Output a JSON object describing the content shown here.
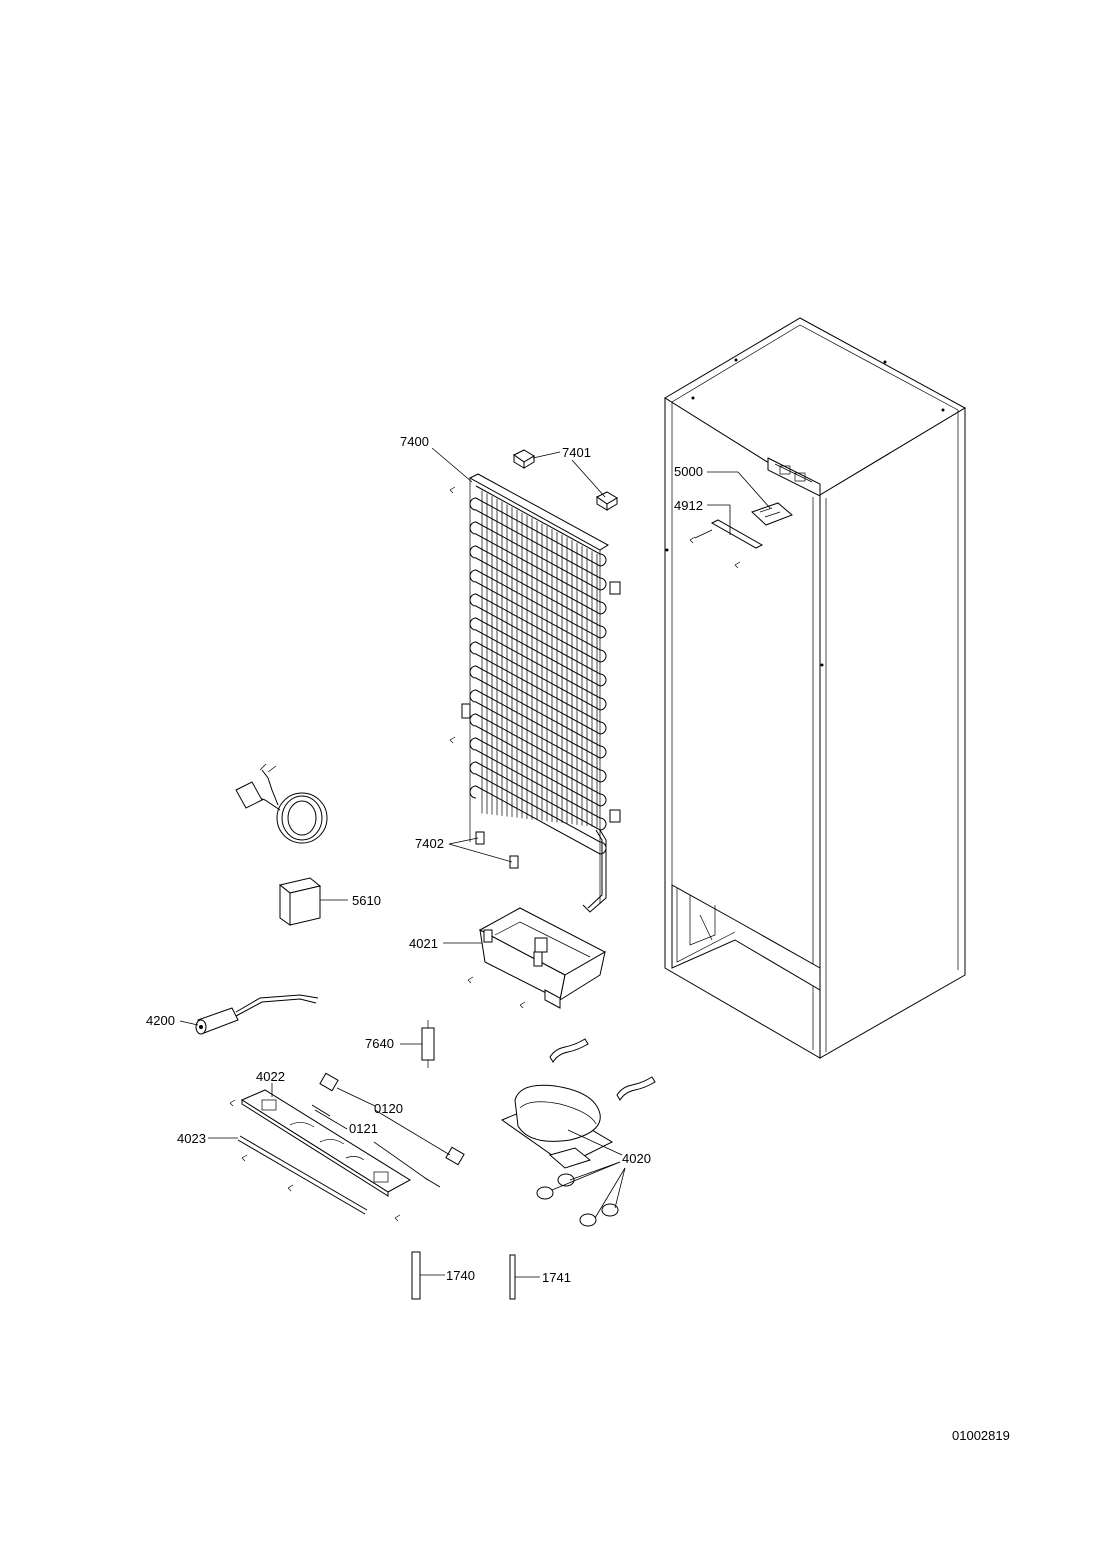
{
  "drawing_number": "01002819",
  "callouts": [
    {
      "id": "7400",
      "text": "7400"
    },
    {
      "id": "7401",
      "text": "7401"
    },
    {
      "id": "5000",
      "text": "5000"
    },
    {
      "id": "4912",
      "text": "4912"
    },
    {
      "id": "7402",
      "text": "7402"
    },
    {
      "id": "5610",
      "text": "5610"
    },
    {
      "id": "4021",
      "text": "4021"
    },
    {
      "id": "4200",
      "text": "4200"
    },
    {
      "id": "7640",
      "text": "7640"
    },
    {
      "id": "4022",
      "text": "4022"
    },
    {
      "id": "0120",
      "text": "0120"
    },
    {
      "id": "0121",
      "text": "0121"
    },
    {
      "id": "4023",
      "text": "4023"
    },
    {
      "id": "4020",
      "text": "4020"
    },
    {
      "id": "1740",
      "text": "1740"
    },
    {
      "id": "1741",
      "text": "1741"
    }
  ]
}
